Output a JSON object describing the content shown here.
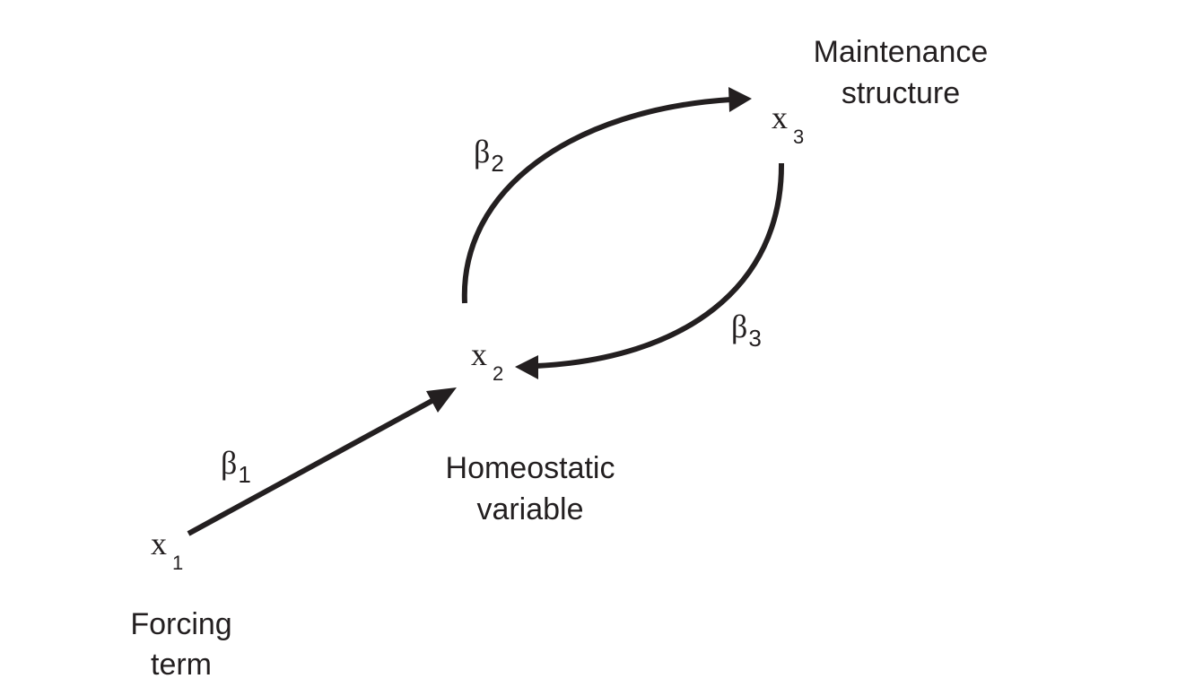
{
  "nodes": {
    "x1": {
      "symbol": "x",
      "subscript": "1",
      "caption_line1": "Forcing",
      "caption_line2": "term"
    },
    "x2": {
      "symbol": "x",
      "subscript": "2",
      "caption_line1": "Homeostatic",
      "caption_line2": "variable"
    },
    "x3": {
      "symbol": "x",
      "subscript": "3",
      "caption_line1": "Maintenance",
      "caption_line2": "structure"
    }
  },
  "edges": {
    "b1": {
      "symbol": "β",
      "subscript": "1",
      "from": "x1",
      "to": "x2"
    },
    "b2": {
      "symbol": "β",
      "subscript": "2",
      "from": "x2",
      "to": "x3"
    },
    "b3": {
      "symbol": "β",
      "subscript": "3",
      "from": "x3",
      "to": "x2"
    }
  },
  "colors": {
    "ink": "#231f20",
    "background": "#ffffff"
  }
}
